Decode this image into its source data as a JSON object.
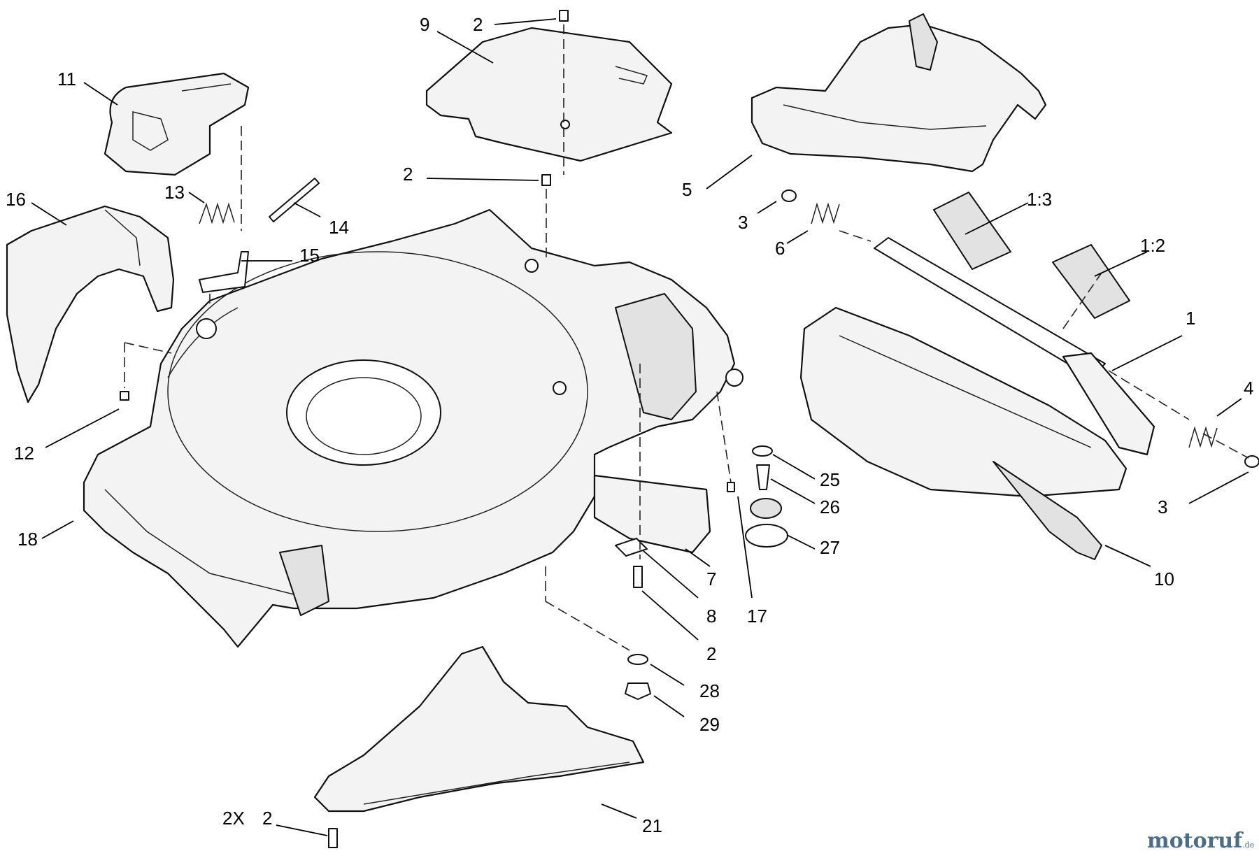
{
  "callouts": [
    {
      "id": "c9",
      "text": "9"
    },
    {
      "id": "c2a",
      "text": "2"
    },
    {
      "id": "c11",
      "text": "11"
    },
    {
      "id": "c2b",
      "text": "2"
    },
    {
      "id": "c5",
      "text": "5"
    },
    {
      "id": "c16",
      "text": "16"
    },
    {
      "id": "c13",
      "text": "13"
    },
    {
      "id": "c14",
      "text": "14"
    },
    {
      "id": "c15",
      "text": "15"
    },
    {
      "id": "c3a",
      "text": "3"
    },
    {
      "id": "c6",
      "text": "6"
    },
    {
      "id": "c1_3",
      "text": "1:3"
    },
    {
      "id": "c1_2",
      "text": "1:2"
    },
    {
      "id": "c1",
      "text": "1"
    },
    {
      "id": "c12",
      "text": "12"
    },
    {
      "id": "c4",
      "text": "4"
    },
    {
      "id": "c25",
      "text": "25"
    },
    {
      "id": "c26",
      "text": "26"
    },
    {
      "id": "c3b",
      "text": "3"
    },
    {
      "id": "c18",
      "text": "18"
    },
    {
      "id": "c27",
      "text": "27"
    },
    {
      "id": "c10",
      "text": "10"
    },
    {
      "id": "c7",
      "text": "7"
    },
    {
      "id": "c8",
      "text": "8"
    },
    {
      "id": "c17",
      "text": "17"
    },
    {
      "id": "c2c",
      "text": "2"
    },
    {
      "id": "c28",
      "text": "28"
    },
    {
      "id": "c29",
      "text": "29"
    },
    {
      "id": "c2x",
      "text": "2X"
    },
    {
      "id": "c2d",
      "text": "2"
    },
    {
      "id": "c21",
      "text": "21"
    }
  ],
  "watermark": {
    "text": "motoruf",
    "suffix": ".de"
  }
}
